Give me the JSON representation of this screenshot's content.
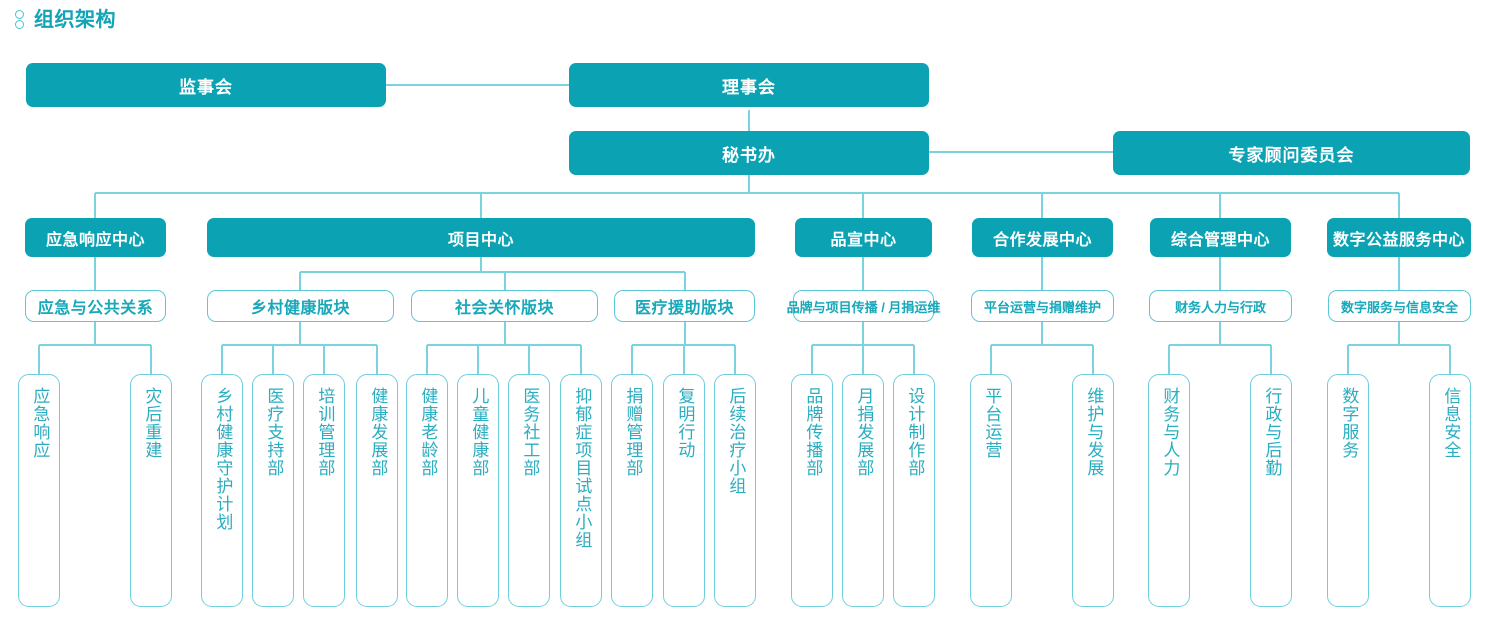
{
  "header": {
    "icon": "org-chart-icon",
    "title": "组织架构"
  },
  "colors": {
    "solid_fill": "#0ba3b4",
    "outline_border": "#5cc9d8",
    "leaf_border": "#6fd0dd",
    "leaf_text": "#2badc0",
    "title_text": "#12a3b4",
    "wire": "#7ad3de",
    "background": "#ffffff"
  },
  "chart": {
    "level1": [
      {
        "id": "n_supervisory",
        "label": "监事会"
      },
      {
        "id": "n_board",
        "label": "理事会"
      }
    ],
    "level2": [
      {
        "id": "n_secretariat",
        "label": "秘书办"
      },
      {
        "id": "n_expert",
        "label": "专家顾问委员会"
      }
    ],
    "centers": [
      {
        "id": "c_emergency",
        "label": "应急响应中心",
        "divisions": [
          {
            "id": "d_emergency_pr",
            "label": "应急与公共关系",
            "teams": [
              {
                "id": "t_emergency_response",
                "label": "应急响应"
              },
              {
                "id": "t_post_disaster",
                "label": "灾后重建"
              }
            ]
          }
        ]
      },
      {
        "id": "c_project",
        "label": "项目中心",
        "divisions": [
          {
            "id": "d_rural_health",
            "label": "乡村健康版块",
            "teams": [
              {
                "id": "t_rural_guard_plan",
                "label": "乡村健康守护计划"
              },
              {
                "id": "t_medical_support",
                "label": "医疗支持部"
              },
              {
                "id": "t_training_mgmt",
                "label": "培训管理部"
              },
              {
                "id": "t_health_dev",
                "label": "健康发展部"
              }
            ]
          },
          {
            "id": "d_social_care",
            "label": "社会关怀版块",
            "teams": [
              {
                "id": "t_healthy_aging",
                "label": "健康老龄部"
              },
              {
                "id": "t_child_health",
                "label": "儿童健康部"
              },
              {
                "id": "t_medical_social_work",
                "label": "医务社工部"
              },
              {
                "id": "t_depression_pilot",
                "label": "抑郁症项目试点小组"
              }
            ]
          },
          {
            "id": "d_medical_aid",
            "label": "医疗援助版块",
            "teams": [
              {
                "id": "t_donation_mgmt",
                "label": "捐赠管理部"
              },
              {
                "id": "t_sight_restore",
                "label": "复明行动"
              },
              {
                "id": "t_follow_up_care",
                "label": "后续治疗小组"
              }
            ]
          }
        ]
      },
      {
        "id": "c_brand",
        "label": "品宣中心",
        "divisions": [
          {
            "id": "d_brand_comm",
            "label": "品牌与项目传播 / 月捐运维",
            "teams": [
              {
                "id": "t_brand_comm",
                "label": "品牌传播部"
              },
              {
                "id": "t_monthly_giving",
                "label": "月捐发展部"
              },
              {
                "id": "t_design_prod",
                "label": "设计制作部"
              }
            ]
          }
        ]
      },
      {
        "id": "c_partnership",
        "label": "合作发展中心",
        "divisions": [
          {
            "id": "d_platform_ops",
            "label": "平台运营与捐赠维护",
            "teams": [
              {
                "id": "t_platform_ops",
                "label": "平台运营"
              },
              {
                "id": "t_maintain_dev",
                "label": "维护与发展"
              }
            ]
          }
        ]
      },
      {
        "id": "c_admin",
        "label": "综合管理中心",
        "divisions": [
          {
            "id": "d_finance_hr_admin",
            "label": "财务人力与行政",
            "teams": [
              {
                "id": "t_finance_hr",
                "label": "财务与人力"
              },
              {
                "id": "t_admin_logistics",
                "label": "行政与后勤"
              }
            ]
          }
        ]
      },
      {
        "id": "c_digital",
        "label": "数字公益服务中心",
        "divisions": [
          {
            "id": "d_digital_security",
            "label": "数字服务与信息安全",
            "teams": [
              {
                "id": "t_digital_service",
                "label": "数字服务"
              },
              {
                "id": "t_info_security",
                "label": "信息安全"
              }
            ]
          }
        ]
      }
    ]
  }
}
